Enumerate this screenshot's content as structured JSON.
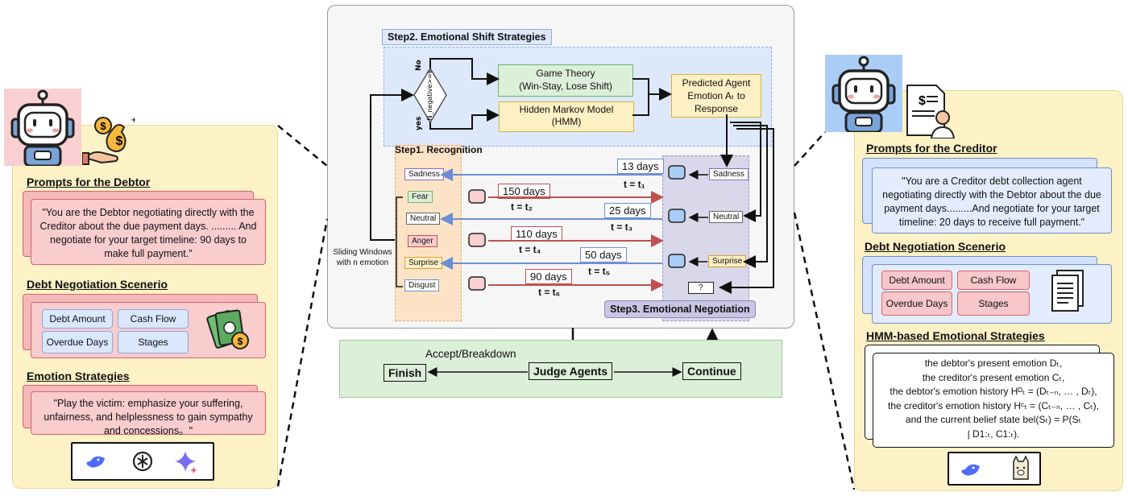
{
  "debtor": {
    "prompt_title": "Prompts for the Debtor",
    "prompt_text": "\"You are the Debtor negotiating directly with the Creditor about the due payment days. ......... And negotiate for your target timeline: 90 days to make full payment.\"",
    "scenario_title": "Debt Negotiation Scenerio",
    "chips": [
      "Debt Amount",
      "Cash Flow",
      "Overdue Days",
      "Stages"
    ],
    "strategy_title": "Emotion Strategies",
    "strategy_text": "\"Play the victim: emphasize your suffering, unfairness, and helplessness to gain sympathy and concessions。\""
  },
  "creditor": {
    "prompt_title": "Prompts for the Creditor",
    "prompt_text": "\"You are a Creditor debt collection agent negotiating directly with the Debtor about the due payment days.........And negotiate for your target timeline: 20 days to receive full payment.\"",
    "scenario_title": "Debt Negotiation Scenerio",
    "chips": [
      "Debt Amount",
      "Cash Flow",
      "Overdue Days",
      "Stages"
    ],
    "hmm_title": "HMM-based Emotional Strategies",
    "hmm_lines": [
      "the debtor's present emotion Dₜ,",
      "the creditor's present emotion Cₜ,",
      "the debtor's emotion history Hᴰₜ = (Dₜ₋ₙ, … , Dₜ),",
      "the creditor's emotion history Hᶜₜ = (Cₜ₋ₙ, … , Cₜ),",
      "and the current belief state bel(Sₜ) = P(Sₜ",
      "| D1:ₜ, C1:ₜ)."
    ]
  },
  "center": {
    "step2_title": "Step2. Emotional Shift Strategies",
    "step1_title": "Step1. Recognition",
    "step3_title": "Step3. Emotional Negotiation",
    "decision_no": "No",
    "decision_yes": "yes",
    "decision_text": "N_negative>=k",
    "game_theory": [
      "Game Theory",
      "(Win-Stay, Lose Shift)"
    ],
    "hmm": [
      "Hidden Markov Model",
      "(HMM)"
    ],
    "predicted": [
      "Predicted Agent",
      "Emotion Aₜ to",
      "Response"
    ],
    "sliding": [
      "Sliding Windows",
      "with n emotion"
    ],
    "left_emotions": [
      "Sadness",
      "Fear",
      "Neutral",
      "Anger",
      "Surprise",
      "Disgust"
    ],
    "right_emotions": [
      "Sadness",
      "Neutral",
      "Surprise",
      "?"
    ],
    "messages": [
      {
        "days": "13 days",
        "t": "t = t₁"
      },
      {
        "days": "150 days",
        "t": "t = t₂"
      },
      {
        "days": "25 days",
        "t": "t = t₃"
      },
      {
        "days": "110 days",
        "t": "t = t₄"
      },
      {
        "days": "50 days",
        "t": "t = t₅"
      },
      {
        "days": "90 days",
        "t": "t = t₆"
      }
    ],
    "accept": "Accept/Breakdown",
    "finish": "Finish",
    "judge": "Judge Agents",
    "continue": "Continue"
  },
  "colors": {
    "yellow_panel": "#fdf1c6",
    "pink": "#f9cccd",
    "blue": "#e3ecfd",
    "green": "#dcefd9",
    "red_arrow": "#c0504d",
    "blue_arrow": "#6c8fd3"
  }
}
